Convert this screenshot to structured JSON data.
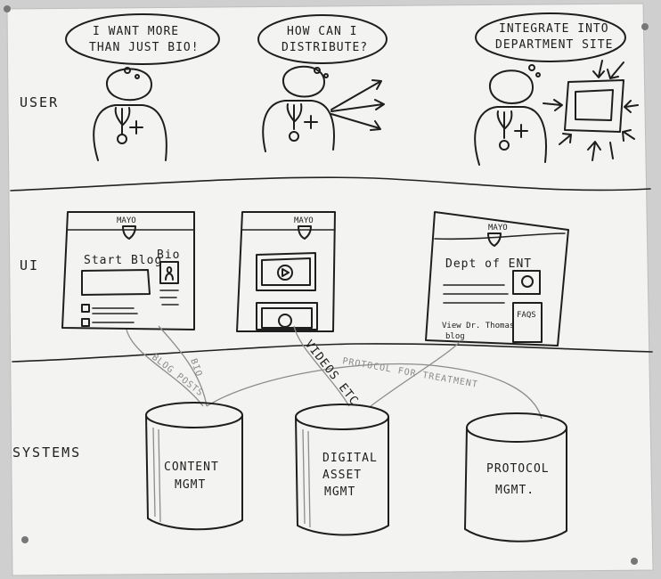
{
  "rows": {
    "user": "USER",
    "ui": "UI",
    "systems": "SYSTEMS"
  },
  "users": [
    {
      "thought_line1": "I WANT MORE",
      "thought_line2": "THAN JUST BIO!"
    },
    {
      "thought_line1": "HOW CAN I",
      "thought_line2": "DISTRIBUTE?"
    },
    {
      "thought_line1": "INTEGRATE INTO",
      "thought_line2": "DEPARTMENT SITE"
    }
  ],
  "ui_screens": {
    "logo": "MAYO",
    "blog_page": {
      "title": "Start Blog",
      "bio_tag": "Bio"
    },
    "dept_page": {
      "title": "Dept of ENT",
      "faqs": "FAQS",
      "view_line1": "View Dr. Thomas",
      "view_line2": "blog"
    }
  },
  "connectors": {
    "blog_posts": "BLOG POSTS",
    "bio": "BIO",
    "videos_etc": "VIDEOS ETC",
    "protocol_for_treatment": "PROTOCOL FOR TREATMENT"
  },
  "systems": [
    {
      "line1": "CONTENT",
      "line2": "MGMT",
      "line3": ""
    },
    {
      "line1": "DIGITAL",
      "line2": "ASSET",
      "line3": "MGMT"
    },
    {
      "line1": "PROTOCOL",
      "line2": "MGMT.",
      "line3": ""
    }
  ]
}
